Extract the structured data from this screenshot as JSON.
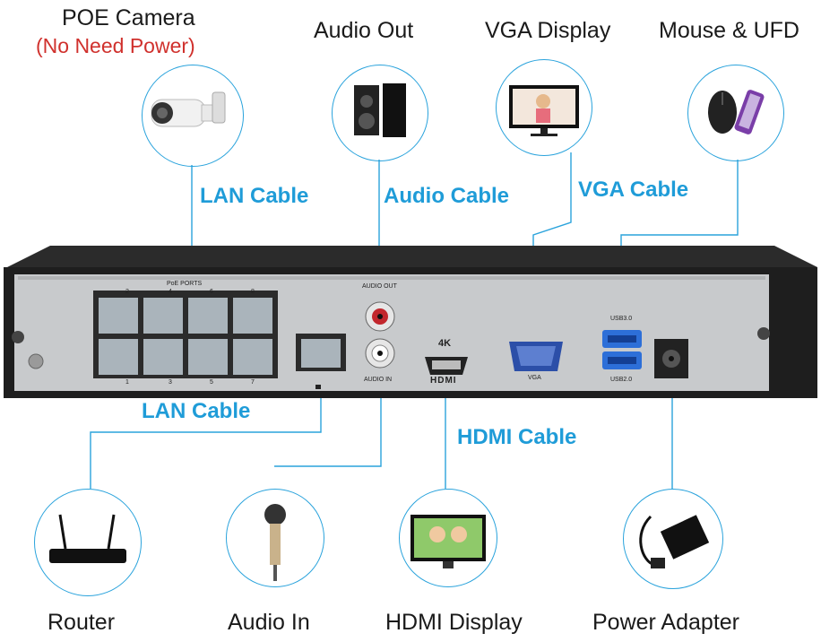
{
  "devices_top": {
    "poe_camera": "POE Camera",
    "poe_camera_note": "(No Need Power)",
    "audio_out": "Audio Out",
    "vga_display": "VGA Display",
    "mouse_ufd": "Mouse & UFD"
  },
  "devices_bottom": {
    "router": "Router",
    "audio_in": "Audio In",
    "hdmi_display": "HDMI Display",
    "power_adapter": "Power Adapter"
  },
  "cables": {
    "lan_top": "LAN Cable",
    "audio": "Audio Cable",
    "vga": "VGA Cable",
    "lan_bottom": "LAN Cable",
    "hdmi": "HDMI Cable"
  },
  "panel_labels": {
    "poe_ports": "PoE PORTS",
    "port_2": "2",
    "port_4": "4",
    "port_6": "6",
    "port_8": "8",
    "port_1": "1",
    "port_3": "3",
    "port_5": "5",
    "port_7": "7",
    "audio_out": "AUDIO OUT",
    "audio_in": "AUDIO IN",
    "four_k": "4K",
    "hdmi": "HDMI",
    "vga": "VGA",
    "usb3": "USB3.0",
    "usb2": "USB2.0"
  },
  "colors": {
    "accent": "#1f9cd8",
    "note_red": "#d0312d",
    "panel": "#c9cbce",
    "chassis": "#2a2a2a"
  }
}
